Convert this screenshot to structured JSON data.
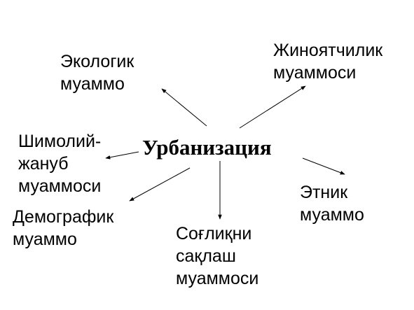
{
  "center": "Урбанизация",
  "nodes": {
    "ecological": "Экологик\nмуаммо",
    "crime": "Жиноятчилик\nмуаммоси",
    "north_south": "Шимолий-\nжануб\nмуаммоси",
    "ethnic": "Этник\nмуаммо",
    "demographic": "Демографик\nмуаммо",
    "health": "Соғлиқни\nсақлаш\nмуаммоси"
  },
  "colors": {
    "text": "#000000",
    "arrow": "#000000",
    "background": "#ffffff"
  }
}
